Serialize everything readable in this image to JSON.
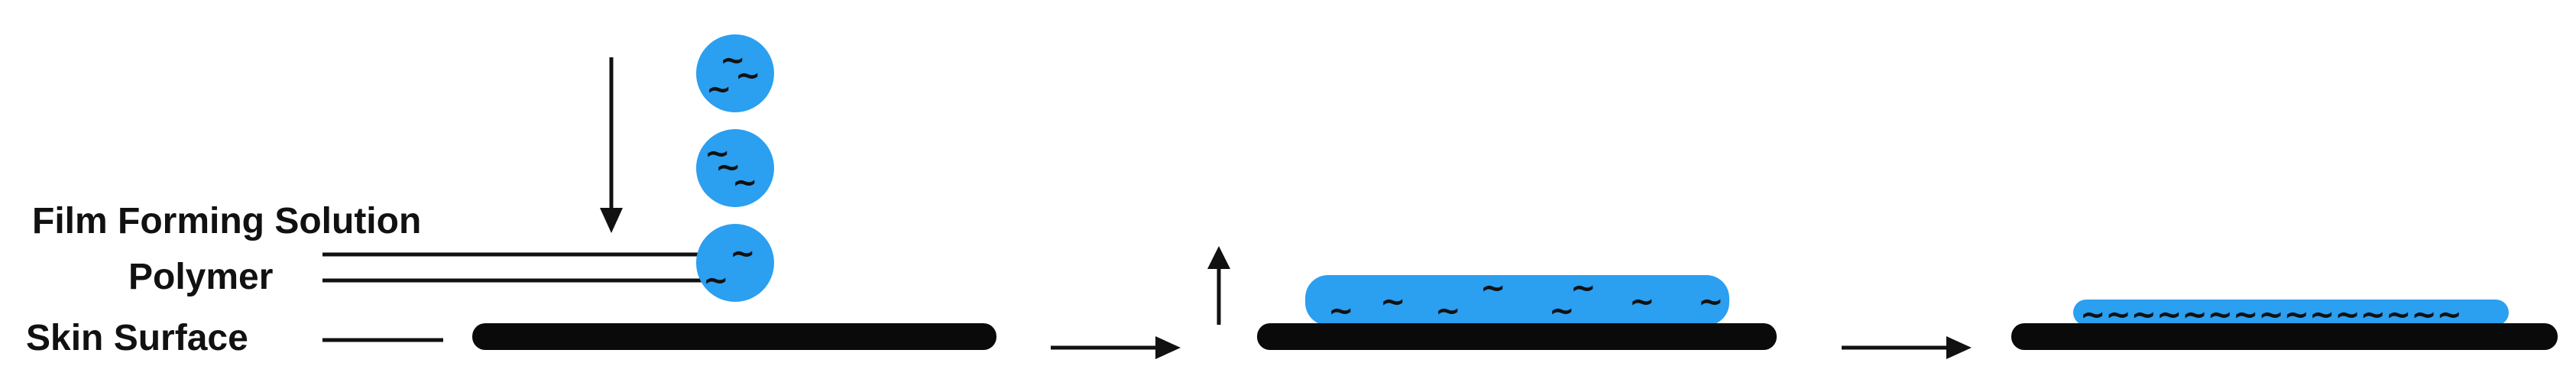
{
  "labels": {
    "film_forming_solution": "Film Forming Solution",
    "polymer": "Polymer",
    "skin_surface": "Skin Surface"
  },
  "stages": [
    {
      "name": "droplets-falling-onto-skin"
    },
    {
      "name": "solution-spreads-on-skin"
    },
    {
      "name": "thin-polymer-film"
    }
  ],
  "colors": {
    "solution": "#2b9ff0",
    "skin": "#0a0a0a",
    "polymer": "#111111"
  },
  "icons": {
    "polymer_chain": "tilde",
    "down_arrow": "arrow-down",
    "up_arrow": "arrow-up",
    "process_arrow": "arrow-right"
  },
  "polymer_film": {
    "glyphs": "~~~~~~~~~~~~~~~"
  }
}
